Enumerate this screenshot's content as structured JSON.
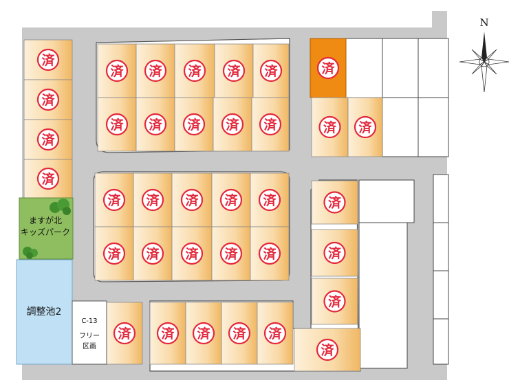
{
  "compass": {
    "label": "N"
  },
  "sold_mark": "済",
  "park": {
    "line1": "ますが北",
    "line2": "キッズパーク"
  },
  "pond": {
    "label": "調整池2"
  },
  "free_lot": {
    "code": "C-13",
    "line1": "フリー",
    "line2": "区画"
  },
  "colors": {
    "road": "#c9c9c9",
    "lot_fill": "#f8d9a8",
    "lot_edge": "#efb255",
    "highlight_lot": "#ef8a12",
    "sold_stamp": "#e3283c",
    "park": "#8fbe60",
    "pond": "#bfe0f5"
  }
}
